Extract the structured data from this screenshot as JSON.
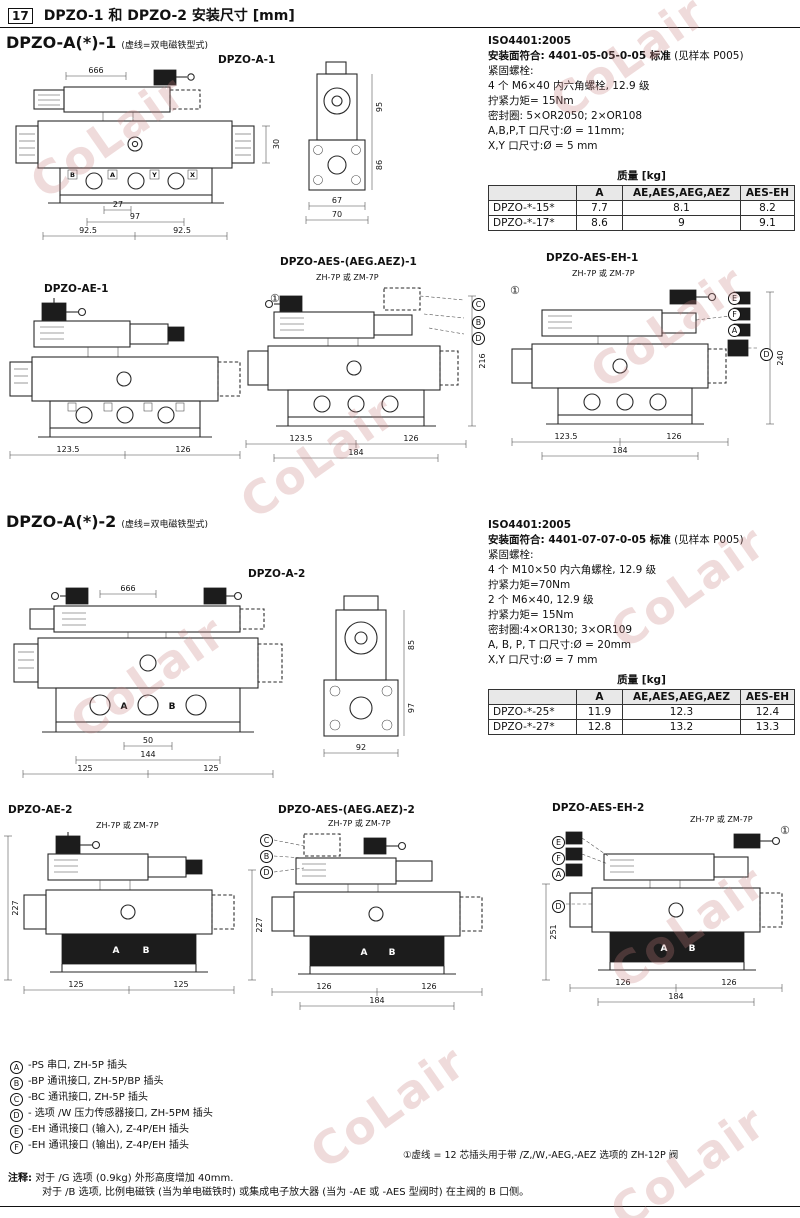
{
  "page": {
    "number": "17",
    "title": "DPZO-1 和 DPZO-2 安装尺寸 [mm]"
  },
  "watermark": {
    "text": "CoLair"
  },
  "s1": {
    "title": "DPZO-A(*)-1",
    "subtitle": "(虚线=双电磁铁型式)",
    "iso": {
      "t0": "ISO4401:2005",
      "t1b": "安装面符合: 4401-05-05-0-05 标准",
      "t1n": "(见样本 P005)",
      "l0": "紧固螺栓:",
      "l1": "4 个 M6×40 内六角螺栓, 12.9 级",
      "l2": "拧紧力矩= 15Nm",
      "l3": "密封圈: 5×OR2050; 2×OR108",
      "l4": "A,B,P,T 口尺寸:Ø = 11mm;",
      "l5": "X,Y 口尺寸:Ø = 5 mm"
    },
    "table": {
      "caption": "质量 [kg]",
      "h1": "A",
      "h2": "AE,AES,AEG,AEZ",
      "h3": "AES-EH",
      "r0": [
        "DPZO-*-15*",
        "7.7",
        "8.1",
        "8.2"
      ],
      "r1": [
        "DPZO-*-17*",
        "8.6",
        "9",
        "9.1"
      ]
    },
    "dA": {
      "label": "DPZO-A-1",
      "dim_top": "666",
      "dim_right": "30",
      "ports": [
        "B",
        "A",
        "Y",
        "X"
      ],
      "dims": [
        "27",
        "97",
        "92.5",
        "92.5"
      ],
      "side": {
        "d0": "67",
        "d1": "70",
        "r0": "95",
        "r1": "86"
      }
    },
    "dAE1": {
      "label": "DPZO-AE-1",
      "dims": [
        "123.5",
        "126"
      ]
    },
    "dAES1": {
      "label": "DPZO-AES-(AEG.AEZ)-1",
      "plug": "ZH-7P 或 ZM-7P",
      "c1": "①",
      "co": [
        "C",
        "B",
        "D"
      ],
      "dim_side": "216",
      "dims": [
        "123.5",
        "126"
      ],
      "dim_total": "184"
    },
    "dAESEH1": {
      "label": "DPZO-AES-EH-1",
      "plug": "ZH-7P 或 ZM-7P",
      "c1": "①",
      "co": [
        "E",
        "F",
        "A"
      ],
      "coD": "D",
      "dim_side": "240",
      "dims": [
        "123.5",
        "126"
      ],
      "dim_total": "184"
    }
  },
  "s2": {
    "title": "DPZO-A(*)-2",
    "subtitle": "(虚线=双电磁铁型式)",
    "iso": {
      "t0": "ISO4401:2005",
      "t1b": "安装面符合: 4401-07-07-0-05 标准",
      "t1n": "(见样本 P005)",
      "l0": "紧固螺栓:",
      "l1": "4 个 M10×50 内六角螺栓, 12.9 级",
      "l2": "拧紧力矩=70Nm",
      "l3": "2 个 M6×40, 12.9 级",
      "l4": "拧紧力矩= 15Nm",
      "l5": "密封圈:4×OR130; 3×OR109",
      "l6": "A, B, P, T 口尺寸:Ø = 20mm",
      "l7": "X,Y 口尺寸:Ø = 7 mm"
    },
    "table": {
      "caption": "质量 [kg]",
      "h1": "A",
      "h2": "AE,AES,AEG,AEZ",
      "h3": "AES-EH",
      "r0": [
        "DPZO-*-25*",
        "11.9",
        "12.3",
        "12.4"
      ],
      "r1": [
        "DPZO-*-27*",
        "12.8",
        "13.2",
        "13.3"
      ]
    },
    "dA": {
      "label": "DPZO-A-2",
      "dim_top": "666",
      "ports": [
        "A",
        "B"
      ],
      "dims": [
        "50",
        "144",
        "125",
        "125"
      ],
      "side": {
        "d0": "92",
        "r0": "85",
        "r1": "97"
      }
    },
    "dAE2": {
      "label": "DPZO-AE-2",
      "plug": "ZH-7P 或 ZM-7P",
      "dim_side": "227",
      "dims": [
        "125",
        "125"
      ],
      "ports": [
        "A",
        "B"
      ]
    },
    "dAES2": {
      "label": "DPZO-AES-(AEG.AEZ)-2",
      "plug": "ZH-7P 或 ZM-7P",
      "co": [
        "C",
        "B",
        "D"
      ],
      "dim_side": "227",
      "dims": [
        "126",
        "126"
      ],
      "dim_total": "184",
      "ports": [
        "A",
        "B"
      ]
    },
    "dAESEH2": {
      "label": "DPZO-AES-EH-2",
      "plug": "ZH-7P 或 ZM-7P",
      "c1": "①",
      "co": [
        "E",
        "F",
        "A"
      ],
      "coD": "D",
      "dim_side": "251",
      "dims": [
        "126",
        "126"
      ],
      "dim_total": "184",
      "ports": [
        "A",
        "B"
      ]
    }
  },
  "legend": {
    "items": [
      {
        "k": "A",
        "t": "-PS 串口, ZH-5P 插头"
      },
      {
        "k": "B",
        "t": "-BP 通讯接口, ZH-5P/BP 插头"
      },
      {
        "k": "C",
        "t": "-BC 通讯接口, ZH-5P 插头"
      },
      {
        "k": "D",
        "t": "- 选项 /W 压力传感器接口, ZH-5PM 插头"
      },
      {
        "k": "E",
        "t": "-EH 通讯接口 (输入), Z-4P/EH 插头"
      },
      {
        "k": "F",
        "t": "-EH 通讯接口 (输出), Z-4P/EH 插头"
      }
    ],
    "plug_note": "①虚线 = 12 芯插头用于带 /Z,/W,-AEG,-AEZ 选项的 ZH-12P 阀"
  },
  "notes": {
    "label": "注释:",
    "line1": "对于 /G 选项 (0.9kg) 外形高度增加 40mm.",
    "line2": "对于 /B 选项, 比例电磁铁 (当为单电磁铁时) 或集成电子放大器 (当为 -AE 或 -AES 型阀时) 在主阀的 B 口侧。"
  }
}
